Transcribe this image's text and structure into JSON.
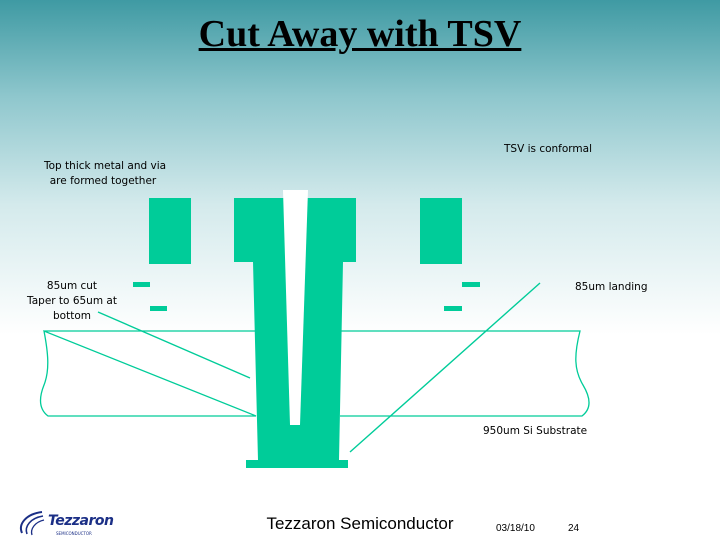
{
  "title": "Cut Away with TSV",
  "annotations": {
    "conformal": "TSV is conformal",
    "top_metal_line1": "Top thick metal and via",
    "top_metal_line2": "are formed together",
    "cut_line1": "85um cut",
    "cut_line2": "Taper to 65um at",
    "cut_line3": "bottom",
    "landing": "85um landing",
    "substrate": "950um Si Substrate"
  },
  "colors": {
    "tsv_fill": "#00cc99",
    "substrate_outline": "#00cc99",
    "arrow": "#00cc99",
    "logo_blue": "#1b2f86"
  },
  "footer": {
    "company": "Tezzaron Semiconductor",
    "date": "03/18/10",
    "page": "24",
    "logo_name": "Tezzaron",
    "logo_tagline": "SEMICONDUCTOR"
  }
}
